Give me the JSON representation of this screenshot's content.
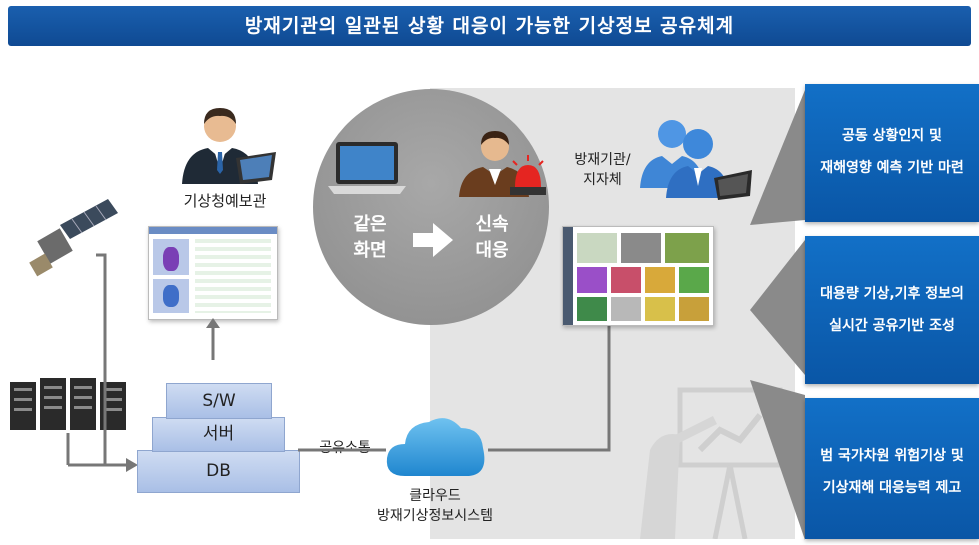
{
  "title": "방재기관의 일관된 상황 대응이 가능한 기상정보 공유체계",
  "forecaster_label": "기상청예보관",
  "agency_label_1": "방재기관/",
  "agency_label_2": "지자체",
  "circle": {
    "same_1": "같은",
    "same_2": "화면",
    "rapid_1": "신속",
    "rapid_2": "대응"
  },
  "stack": {
    "sw": "S/W",
    "server": "서버",
    "db": "DB"
  },
  "share_label": "공유소통",
  "cloud_label_1": "클라우드",
  "cloud_label_2": "방재기상정보시스템",
  "benefits": [
    {
      "line1": "공동 상황인지 및",
      "line2": "재해영향 예측 기반 마련"
    },
    {
      "line1": "대용량 기상,기후 정보의",
      "line2": "실시간 공유기반 조성"
    },
    {
      "line1": "범 국가차원 위험기상 및",
      "line2": "기상재해 대응능력 제고"
    }
  ],
  "colors": {
    "title_bg": "#1a5fae",
    "benefit_bg": "#0a62b8",
    "circle": "#999999",
    "panel": "#e4e4e4"
  }
}
